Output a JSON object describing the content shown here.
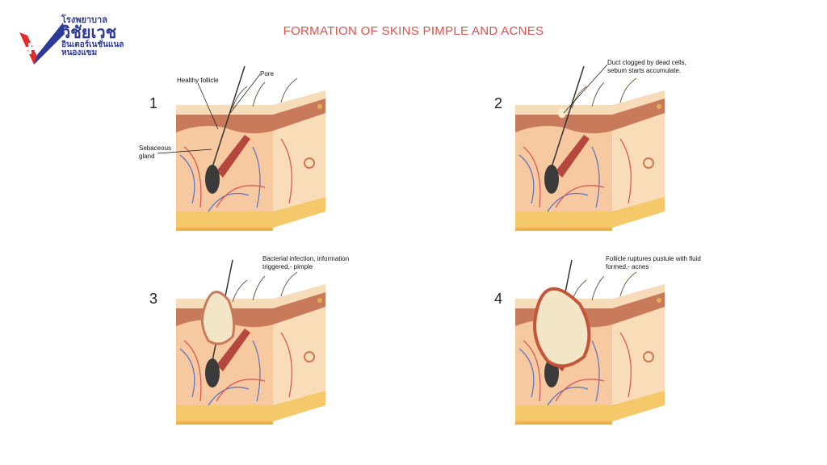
{
  "title": "FORMATION OF SKINS PIMPLE AND ACNES",
  "logo": {
    "line1": "โรงพยาบาล",
    "line2": "วิชัยเวช",
    "line3": "อินเตอร์เนชั่นแนล",
    "line4": "หนองแขม"
  },
  "stages": [
    {
      "number": "1",
      "labels": [
        "Healthy follicle",
        "Pore",
        "Sebaceous gland"
      ]
    },
    {
      "number": "2",
      "labels": [
        "Duct clogged by dead cells, sebum starts accumulate."
      ]
    },
    {
      "number": "3",
      "labels": [
        "Bacterial infection, information triggered,- pimple"
      ]
    },
    {
      "number": "4",
      "labels": [
        "Follicle ruptures pustule with fluid formed,- acnes"
      ]
    }
  ],
  "colors": {
    "title": "#d9534f",
    "logo_blue": "#2d3a97",
    "logo_red": "#e32b2b"
  }
}
